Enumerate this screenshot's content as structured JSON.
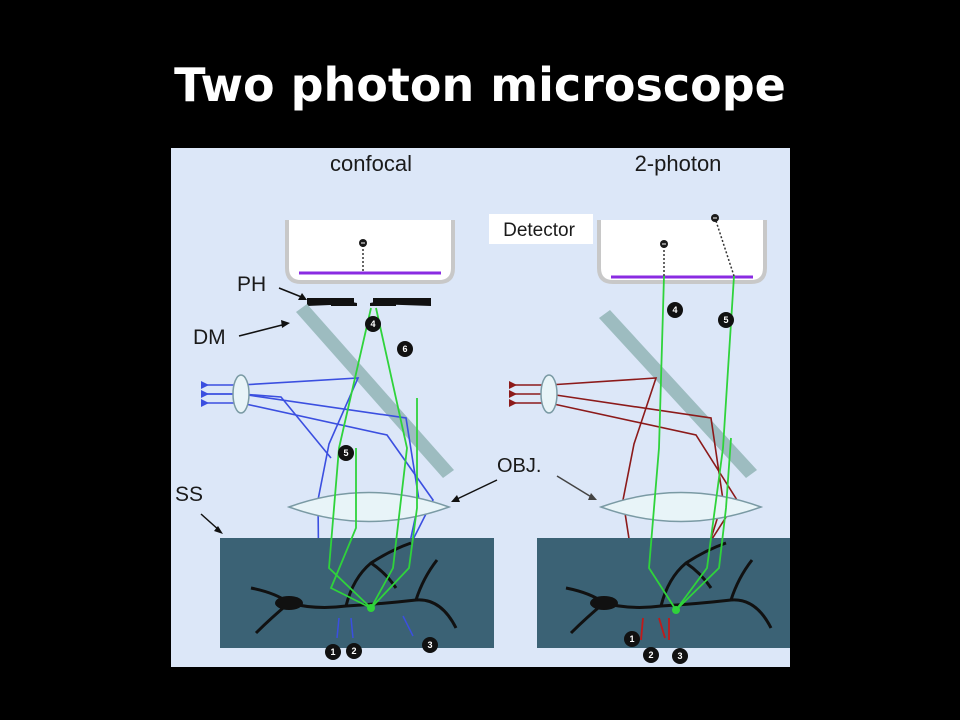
{
  "slide": {
    "title": "Two photon microscope"
  },
  "diagram": {
    "panels": [
      {
        "label": "confocal"
      },
      {
        "label": "2-photon"
      }
    ],
    "labels": {
      "pinhole": "PH",
      "dichroic": "DM",
      "objective": "OBJ.",
      "specimen": "SS",
      "detector": "Detector"
    },
    "markers": {
      "confocal": [
        "1",
        "2",
        "3",
        "4",
        "5",
        "6"
      ],
      "two_photon": [
        "1",
        "2",
        "3",
        "4",
        "5"
      ]
    },
    "colors": {
      "background": "#000000",
      "panel": "#dce7f8",
      "specimen": "#3b6275",
      "confocal_beam": "#3b4fe0",
      "two_photon_beam": "#8c1a1a",
      "emission": "#2fd33b",
      "detector_line": "#8a2be2",
      "mirror": "#9dbcc0"
    }
  }
}
